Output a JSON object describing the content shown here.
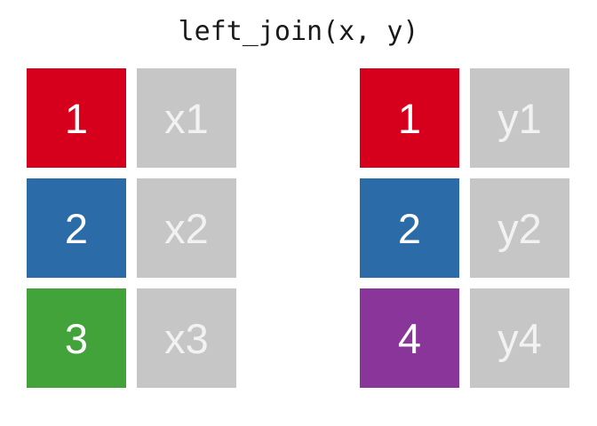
{
  "title": "left_join(x, y)",
  "colors": {
    "background": "#ffffff",
    "title_text": "#1a1a1a",
    "key_text": "#ffffff",
    "value_text": "#f2f2f2",
    "value_bg": "#c6c6c6",
    "key_red": "#d6001c",
    "key_blue": "#2b6ca8",
    "key_green": "#41a33a",
    "key_purple": "#8a3599"
  },
  "tables": {
    "x": {
      "rows": [
        {
          "key": "1",
          "key_color": "#d6001c",
          "value": "x1"
        },
        {
          "key": "2",
          "key_color": "#2b6ca8",
          "value": "x2"
        },
        {
          "key": "3",
          "key_color": "#41a33a",
          "value": "x3"
        }
      ]
    },
    "y": {
      "rows": [
        {
          "key": "1",
          "key_color": "#d6001c",
          "value": "y1"
        },
        {
          "key": "2",
          "key_color": "#2b6ca8",
          "value": "y2"
        },
        {
          "key": "4",
          "key_color": "#8a3599",
          "value": "y4"
        }
      ]
    }
  }
}
